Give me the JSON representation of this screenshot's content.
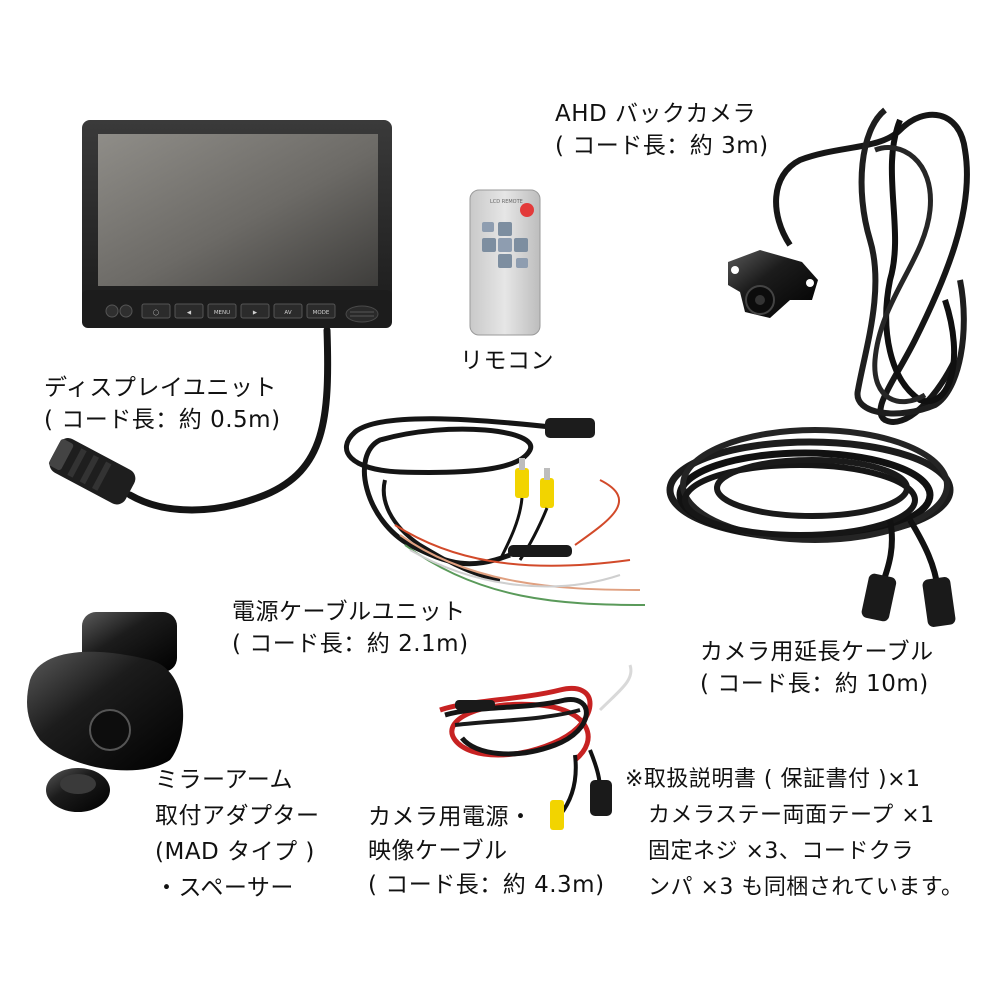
{
  "display": {
    "buttons": [
      "◯",
      "◀",
      "MENU",
      "▶",
      "AV",
      "MODE"
    ],
    "label_line1": "ディスプレイユニット",
    "label_line2": "( コード長：約 0.5m)"
  },
  "remote": {
    "header": "LCD REMOTE",
    "label": "リモコン"
  },
  "camera": {
    "label_line1": "AHD バックカメラ",
    "label_line2": "( コード長：約 3m)"
  },
  "power_cable": {
    "label_line1": "電源ケーブルユニット",
    "label_line2": "( コード長：約 2.1m)"
  },
  "extension_cable": {
    "label_line1": "カメラ用延長ケーブル",
    "label_line2": "( コード長：約 10m)"
  },
  "mirror_adapter": {
    "label_line1": "ミラーアーム",
    "label_line2": "取付アダプター",
    "label_line3": "(MAD タイプ )",
    "label_line4": "・スペーサー"
  },
  "camera_power_cable": {
    "label_line1": "カメラ用電源・",
    "label_line2": "映像ケーブル",
    "label_line3": "( コード長：約 4.3m)"
  },
  "notes": {
    "line1": "※取扱説明書 ( 保証書付 )×1",
    "line2": "カメラステー両面テープ ×1",
    "line3": "固定ネジ ×3、コードクラ",
    "line4": "ンパ ×3 も同梱されています。"
  }
}
